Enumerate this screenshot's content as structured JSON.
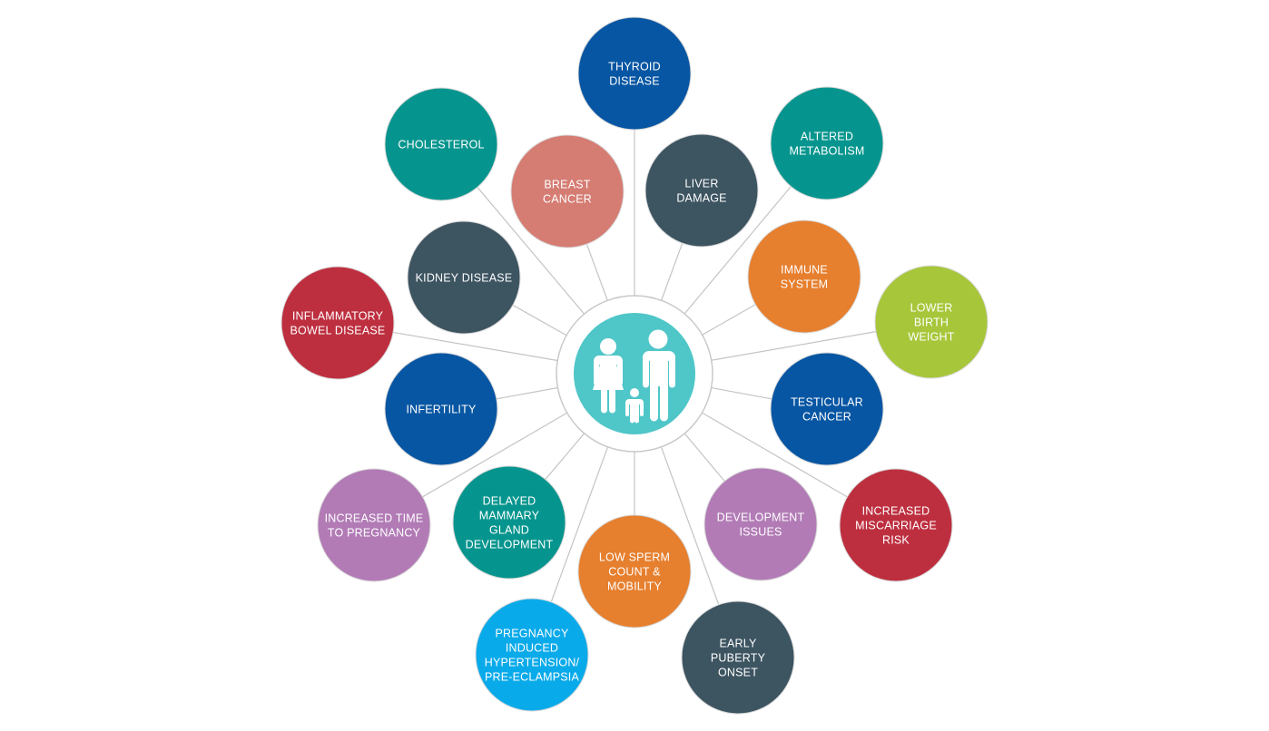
{
  "center": {
    "icon": "family-icon",
    "color": "#4fc6c8"
  },
  "nodes": [
    {
      "id": "thyroid-disease",
      "lines": [
        "THYROID",
        "DISEASE"
      ],
      "color": "#0756a3"
    },
    {
      "id": "cholesterol",
      "lines": [
        "CHOLESTEROL"
      ],
      "color": "#06958e"
    },
    {
      "id": "altered-metabolism",
      "lines": [
        "ALTERED",
        "METABOLISM"
      ],
      "color": "#06958e"
    },
    {
      "id": "breast-cancer",
      "lines": [
        "BREAST",
        "CANCER"
      ],
      "color": "#d57c73"
    },
    {
      "id": "liver-damage",
      "lines": [
        "LIVER",
        "DAMAGE"
      ],
      "color": "#3d5461"
    },
    {
      "id": "kidney-disease",
      "lines": [
        "KIDNEY DISEASE"
      ],
      "color": "#3d5461"
    },
    {
      "id": "immune-system",
      "lines": [
        "IMMUNE",
        "SYSTEM"
      ],
      "color": "#e67f2e"
    },
    {
      "id": "lower-birth-weight",
      "lines": [
        "LOWER",
        "BIRTH",
        "WEIGHT"
      ],
      "color": "#a7c63a"
    },
    {
      "id": "inflammatory-bowel-disease",
      "lines": [
        "INFLAMMATORY",
        "BOWEL DISEASE"
      ],
      "color": "#bd2f3f"
    },
    {
      "id": "infertility",
      "lines": [
        "INFERTILITY"
      ],
      "color": "#0756a3"
    },
    {
      "id": "testicular-cancer",
      "lines": [
        "TESTICULAR",
        "CANCER"
      ],
      "color": "#0756a3"
    },
    {
      "id": "increased-time-to-pregnancy",
      "lines": [
        "INCREASED TIME",
        "TO PREGNANCY"
      ],
      "color": "#b27bb6"
    },
    {
      "id": "delayed-mammary-gland-development",
      "lines": [
        "DELAYED",
        "MAMMARY",
        "GLAND",
        "DEVELOPMENT"
      ],
      "color": "#06958e"
    },
    {
      "id": "development-issues",
      "lines": [
        "DEVELOPMENT",
        "ISSUES"
      ],
      "color": "#b27bb6"
    },
    {
      "id": "increased-miscarriage-risk",
      "lines": [
        "INCREASED",
        "MISCARRIAGE",
        "RISK"
      ],
      "color": "#bd2f3f"
    },
    {
      "id": "low-sperm-count-mobility",
      "lines": [
        "LOW SPERM",
        "COUNT &",
        "MOBILITY"
      ],
      "color": "#e67f2e"
    },
    {
      "id": "pregnancy-induced-hypertension",
      "lines": [
        "PREGNANCY",
        "INDUCED",
        "HYPERTENSION/",
        "PRE-ECLAMPSIA"
      ],
      "color": "#09aaea"
    },
    {
      "id": "early-puberty-onset",
      "lines": [
        "EARLY",
        "PUBERTY",
        "ONSET"
      ],
      "color": "#3d5461"
    }
  ]
}
